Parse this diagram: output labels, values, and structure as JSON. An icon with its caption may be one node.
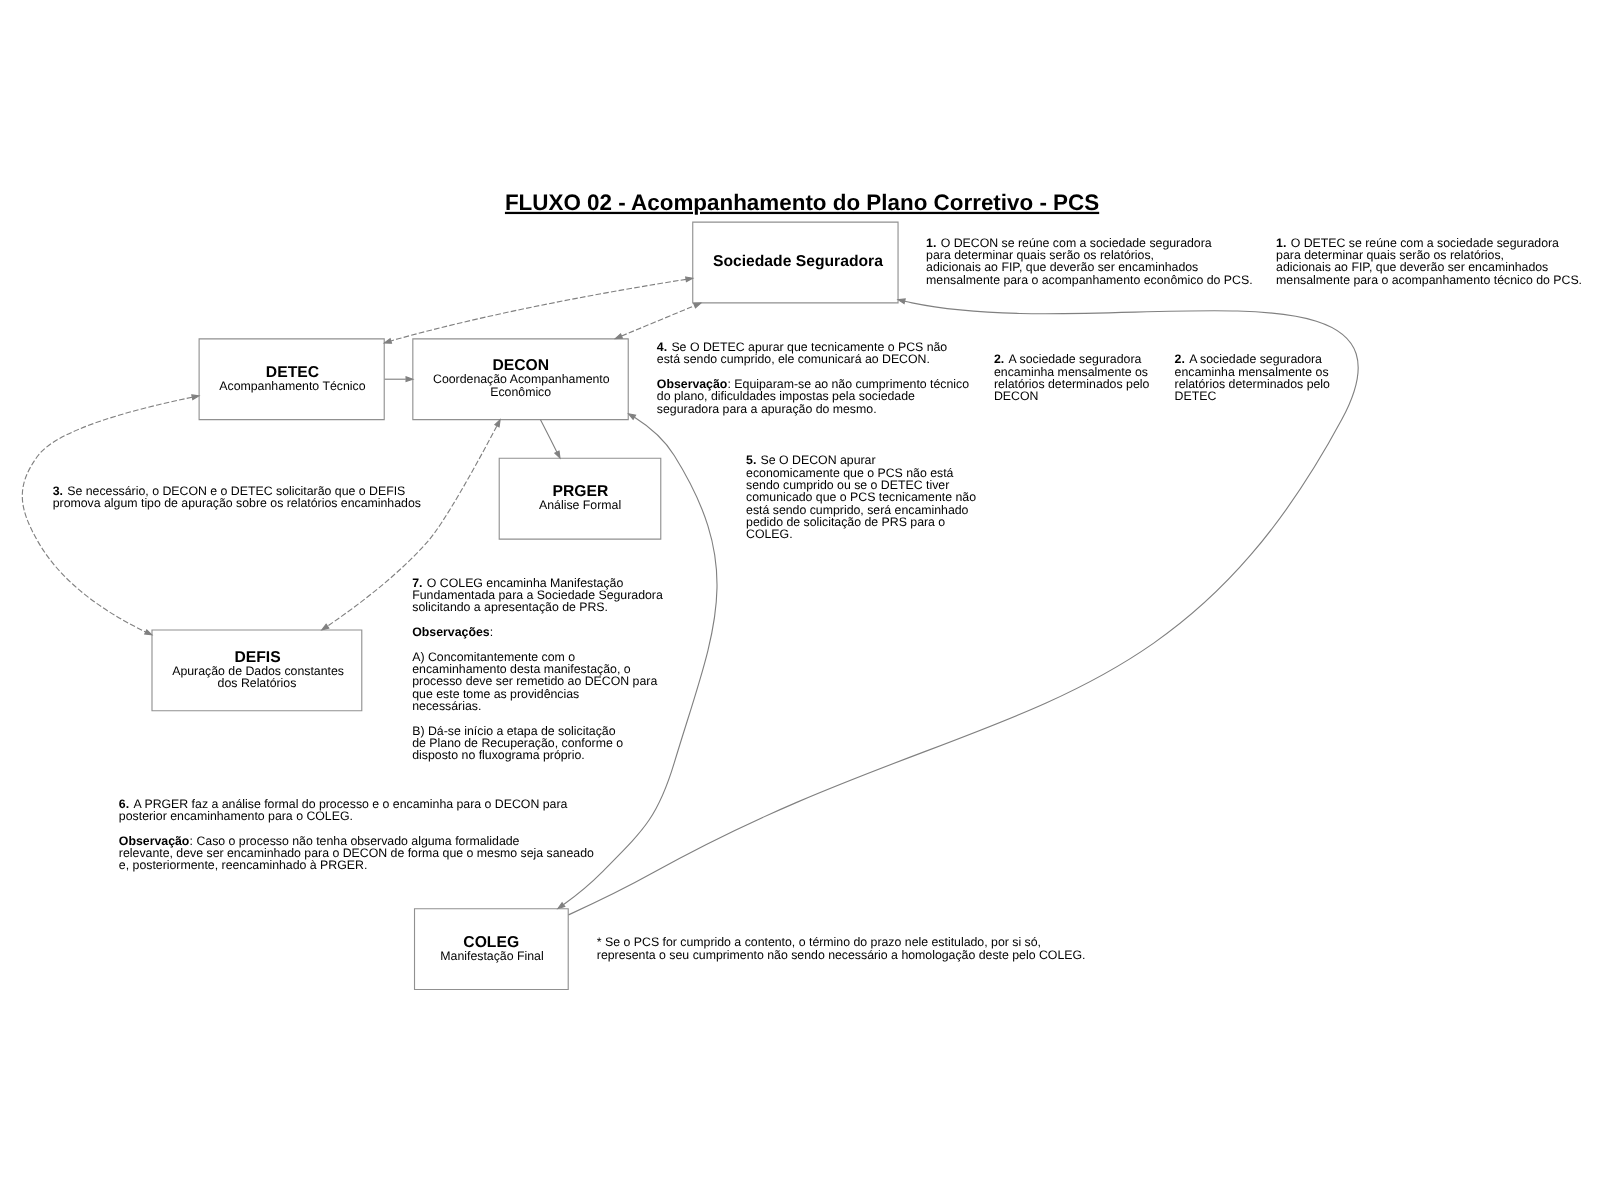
{
  "diagram": {
    "title": "FLUXO 02 - Acompanhamento do Plano Corretivo - PCS",
    "nodes": [
      {
        "text": [
          "Sociedade Seguradora"
        ]
      },
      {
        "text": [
          "DECON",
          "Coordenação Acompanhamento Econômico"
        ]
      },
      {
        "text": [
          "DETEC",
          "Acompanhamento Técnico"
        ]
      },
      {
        "text": [
          "PRGER",
          "Análise Formal"
        ]
      },
      {
        "text": [
          "DEFIS",
          "Apuração de Dados constantes dos Relatórios"
        ]
      },
      {
        "text": [
          "COLEG",
          "Manifestação Final"
        ]
      }
    ],
    "edges": [
      {
        "from": 1,
        "to": 0,
        "arrow": "both",
        "style": "dashed"
      },
      {
        "from": 0,
        "to": 2,
        "arrow": "both",
        "style": "dashed"
      },
      {
        "from": 2,
        "to": 1,
        "arrow": "to"
      },
      {
        "from": 1,
        "to": 3,
        "arrow": "to"
      },
      {
        "from": 1,
        "to": 4,
        "arrow": "both",
        "style": "dashed"
      },
      {
        "from": 2,
        "to": 4,
        "arrow": "both",
        "style": "dashed"
      },
      {
        "from": 1,
        "to": 5,
        "arrow": "both"
      },
      {
        "from": 5,
        "to": 0,
        "arrow": "to"
      }
    ],
    "labels": [
      "**1.** O DECON se reúne com a sociedade seguradora para determinar quais serão os relatórios, adicionais ao FIP, que deverão ser encaminhados mensalmente para o acompanhamento econômico do PCS.",
      "**1.** O DETEC se reúne com a sociedade seguradora para determinar quais serão os relatórios, adicionais ao FIP, que deverão ser encaminhados mensalmente para o acompanhamento técnico do PCS.",
      "**2.** A sociedade seguradora encaminha mensalmente os relatórios determinados pelo DECON",
      "**2.** A sociedade seguradora encaminha mensalmente os relatórios determinados pelo DETEC",
      "**4.** Se O DETEC apurar que tecnicamente o PCS não está sendo cumprido, ele comunicará ao DECON.",
      "**Observação**: Equiparam-se ao não cumprimento técnico do plano, dificuldades impostas pela sociedade seguradora para a apuração do mesmo.",
      "**5.** Se O DECON apurar economicamente que o PCS não está sendo cumprido ou se o DETEC tiver comunicado que o PCS tecnicamente não está sendo cumprido, será encaminhado pedido de solicitação de PRS para o COLEG.",
      "**3.** Se necessário, o DECON e o DETEC solicitarão que o DEFIS promova algum tipo de apuração sobre os relatórios encaminhados",
      "**7.** O COLEG encaminha Manifestação Fundamentada para a Sociedade Seguradora solicitando a apresentação de PRS.",
      "**Observações**:",
      "A) Concomitantemente com o encaminhamento desta manifestação, o processo deve ser remetido ao DECON para que este tome as providências necessárias.",
      "B) Dá-se início a etapa de solicitação de Plano de Recuperação, conforme o disposto no fluxograma próprio.",
      "**6.** A PRGER faz a análise formal do processo e o encaminha para o DECON para posterior encaminhamento para o COLEG.",
      "**Observação**: Caso o processo não tenha observado alguma formalidade relevante, deve ser encaminhado para o DECON de forma que o mesmo seja saneado e, posteriormente, reencaminhado à PRGER.",
      "* Se o PCS for cumprido a contento, o término do prazo nele estitulado, por si só, representa o seu cumprimento não sendo necessário a homologação deste pelo COLEG."
    ]
  }
}
